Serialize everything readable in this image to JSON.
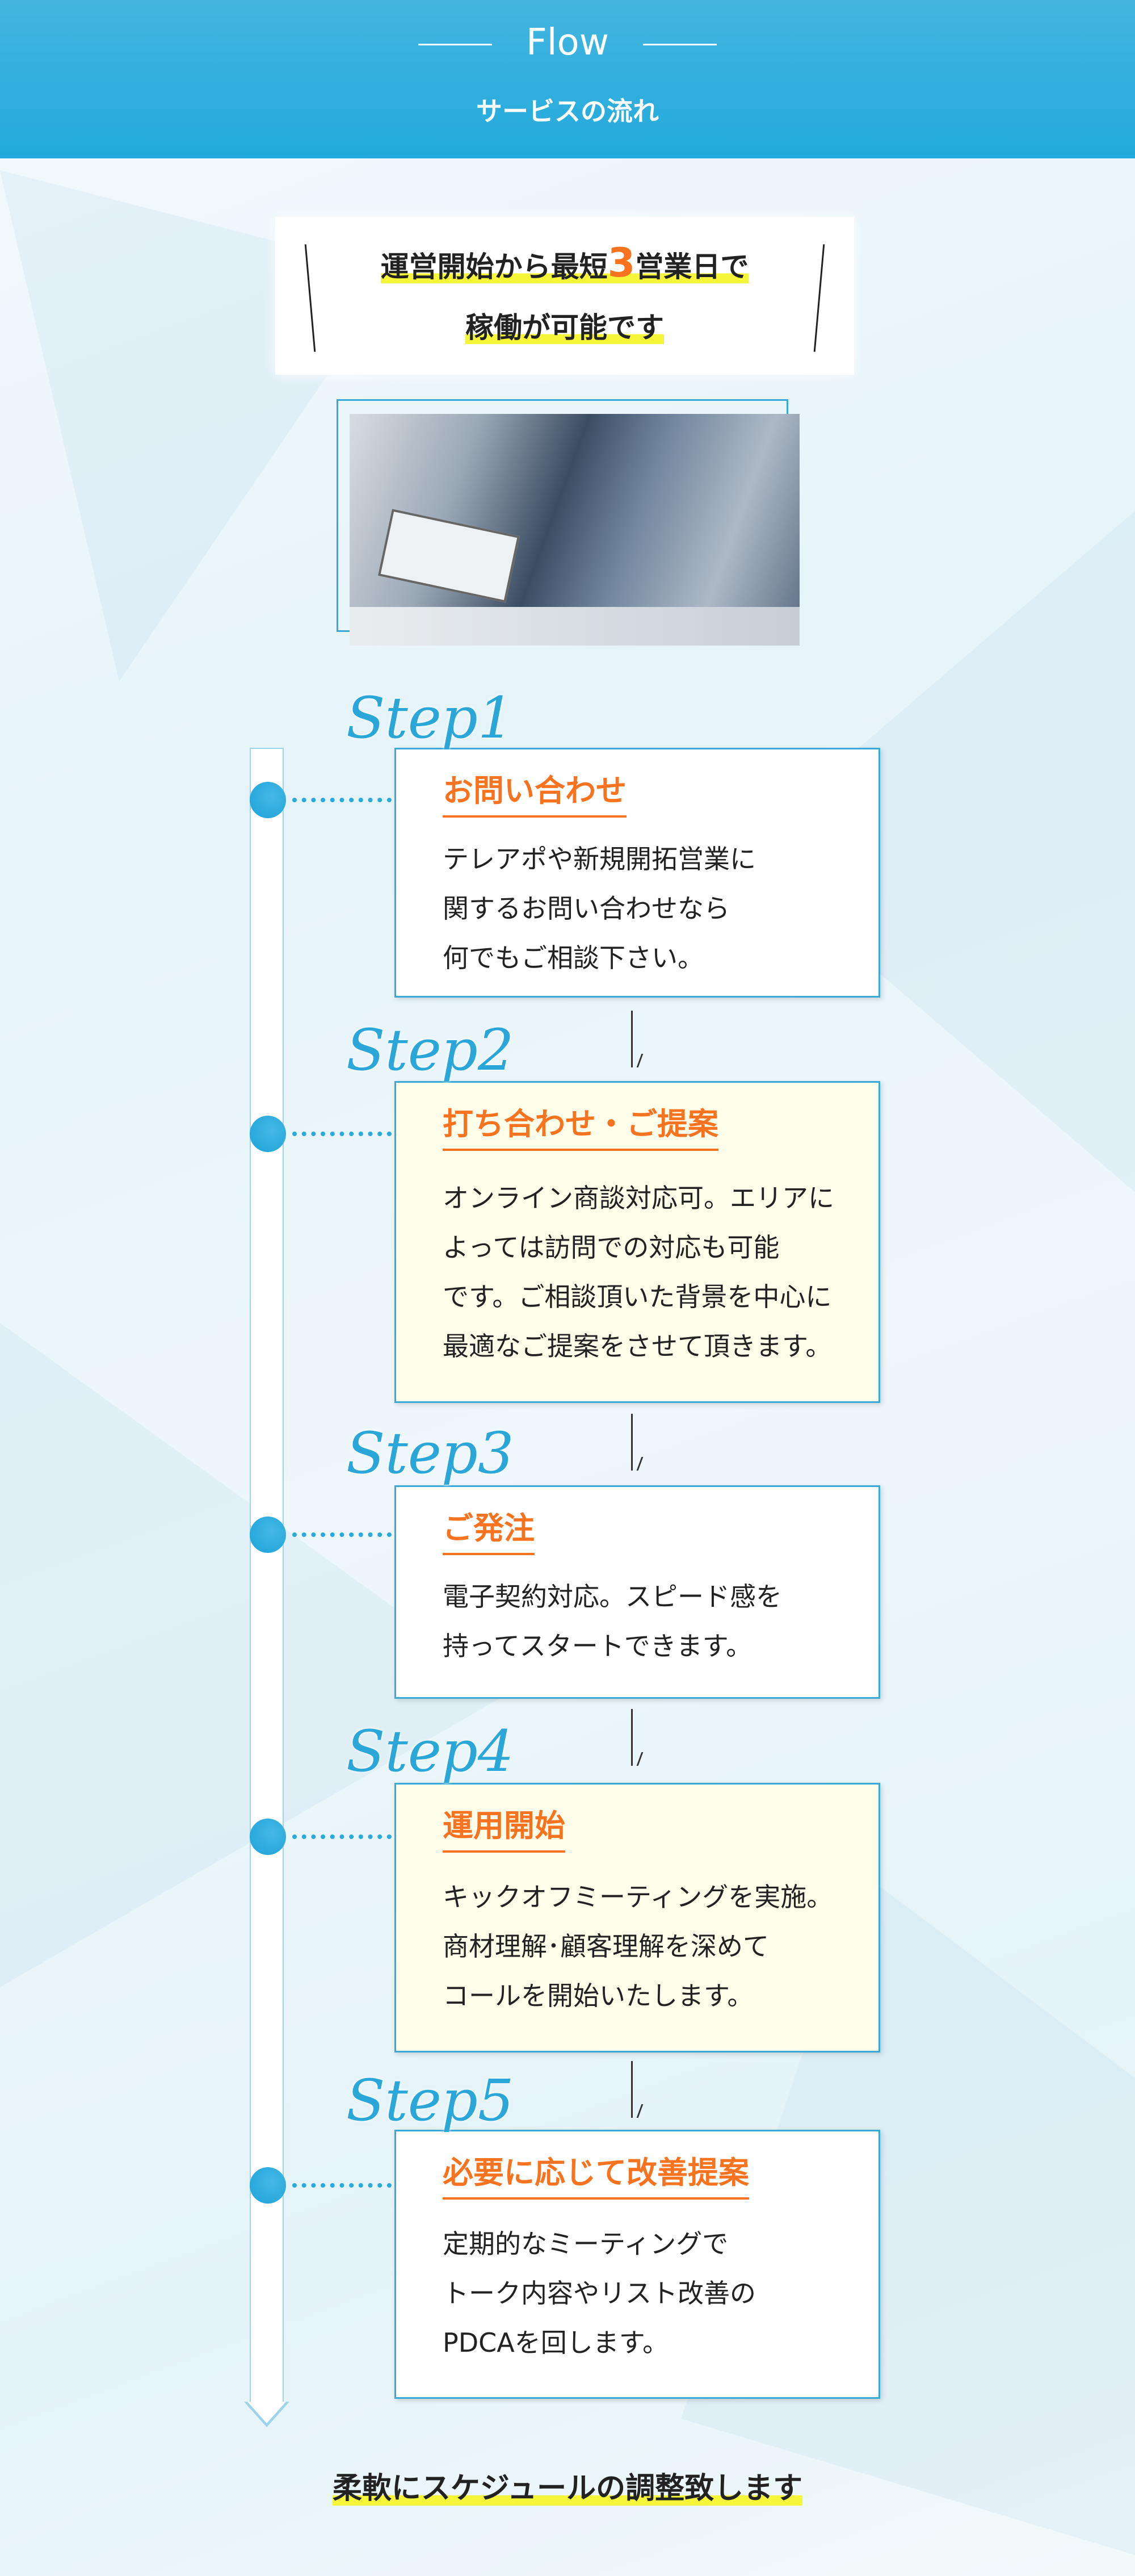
{
  "header": {
    "title": "Flow",
    "subtitle": "サービスの流れ"
  },
  "callout": {
    "line1_pre": "運営開始から最短",
    "line1_num": "3",
    "line1_post": "営業日で",
    "line2": "稼働が可能です"
  },
  "steps": [
    {
      "label": "Step1",
      "title": "お問い合わせ",
      "body": [
        "テレアポや新規開拓営業に",
        "関するお問い合わせなら",
        "何でもご相談下さい。"
      ]
    },
    {
      "label": "Step2",
      "title": "打ち合わせ・ご提案",
      "body": [
        "オンライン商談対応可。エリアに",
        "よっては訪問での対応も可能",
        "です。ご相談頂いた背景を中心に",
        "最適なご提案をさせて頂きます。"
      ]
    },
    {
      "label": "Step3",
      "title": "ご発注",
      "body": [
        "電子契約対応。スピード感を",
        "持ってスタートできます。"
      ]
    },
    {
      "label": "Step4",
      "title": "運用開始",
      "body": [
        "キックオフミーティングを実施。",
        "商材理解･顧客理解を深めて",
        "コールを開始いたします。"
      ]
    },
    {
      "label": "Step5",
      "title": "必要に応じて改善提案",
      "body": [
        "定期的なミーティングで",
        "トーク内容やリスト改善の",
        "PDCAを回します。"
      ]
    }
  ],
  "footer": {
    "text": "柔軟にスケジュールの調整致します"
  },
  "colors": {
    "header": "#22aadc",
    "accent": "#f7731f",
    "highlight": "#f5f53a",
    "step": "#2aa6d8"
  }
}
